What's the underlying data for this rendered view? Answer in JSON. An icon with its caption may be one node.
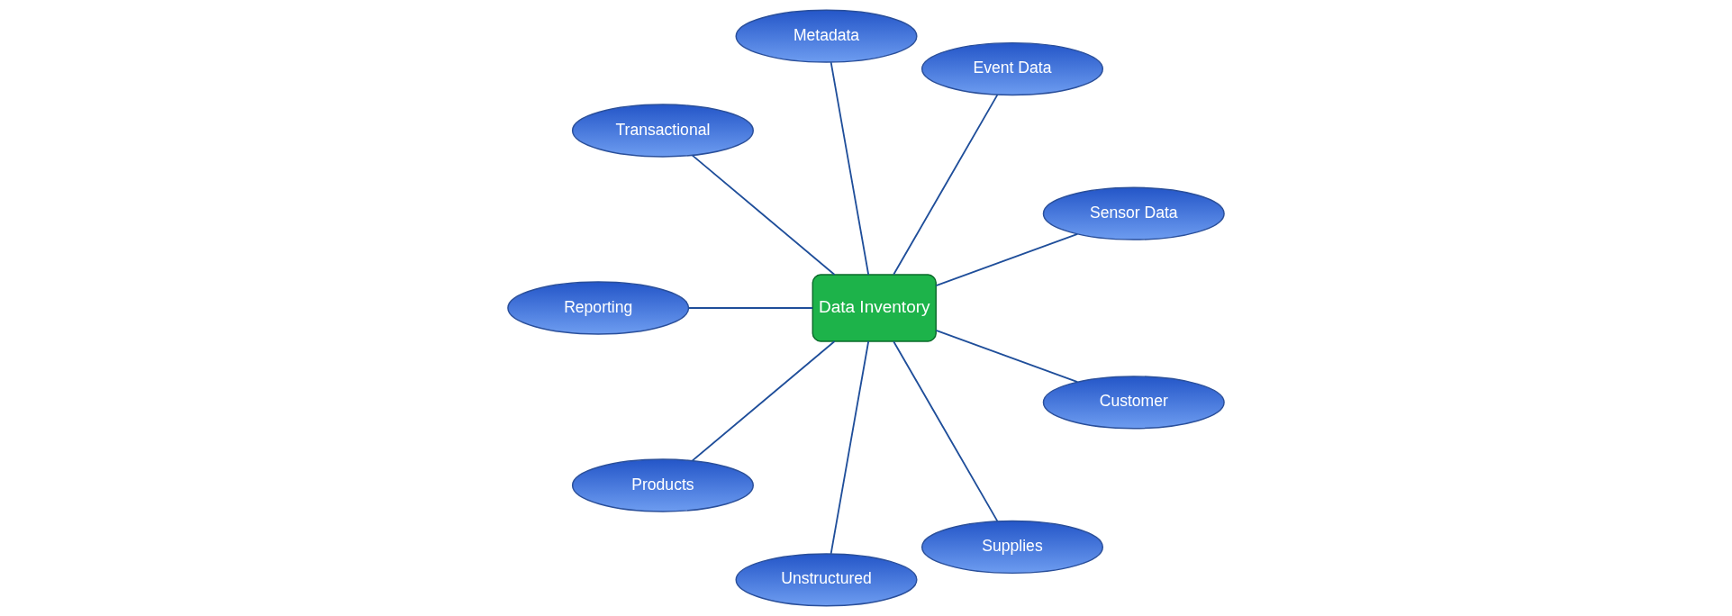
{
  "diagram": {
    "nodes": [
      {
        "text": [
          "Sensor Data"
        ]
      },
      {
        "text": [
          "Event Data"
        ]
      },
      {
        "text": [
          "Metadata"
        ]
      },
      {
        "text": [
          "Transactional"
        ]
      },
      {
        "text": [
          "Data Inventory"
        ]
      },
      {
        "text": [
          "Reporting"
        ]
      },
      {
        "text": [
          "Products"
        ]
      },
      {
        "text": [
          "Unstructured"
        ]
      },
      {
        "text": [
          "Supplies"
        ]
      },
      {
        "text": [
          "Customer"
        ]
      }
    ],
    "edges": [
      {
        "from": 4,
        "to": 0,
        "arrow": "none"
      },
      {
        "from": 4,
        "to": 2,
        "arrow": "none"
      },
      {
        "from": 4,
        "to": 5,
        "arrow": "none"
      },
      {
        "from": 4,
        "to": 7,
        "arrow": "none"
      },
      {
        "from": 4,
        "to": 9,
        "arrow": "none"
      },
      {
        "from": 4,
        "to": 8,
        "arrow": "none"
      },
      {
        "from": 4,
        "to": 6,
        "arrow": "none"
      },
      {
        "from": 4,
        "to": 3,
        "arrow": "none"
      },
      {
        "from": 4,
        "to": 1,
        "arrow": "none"
      }
    ]
  }
}
